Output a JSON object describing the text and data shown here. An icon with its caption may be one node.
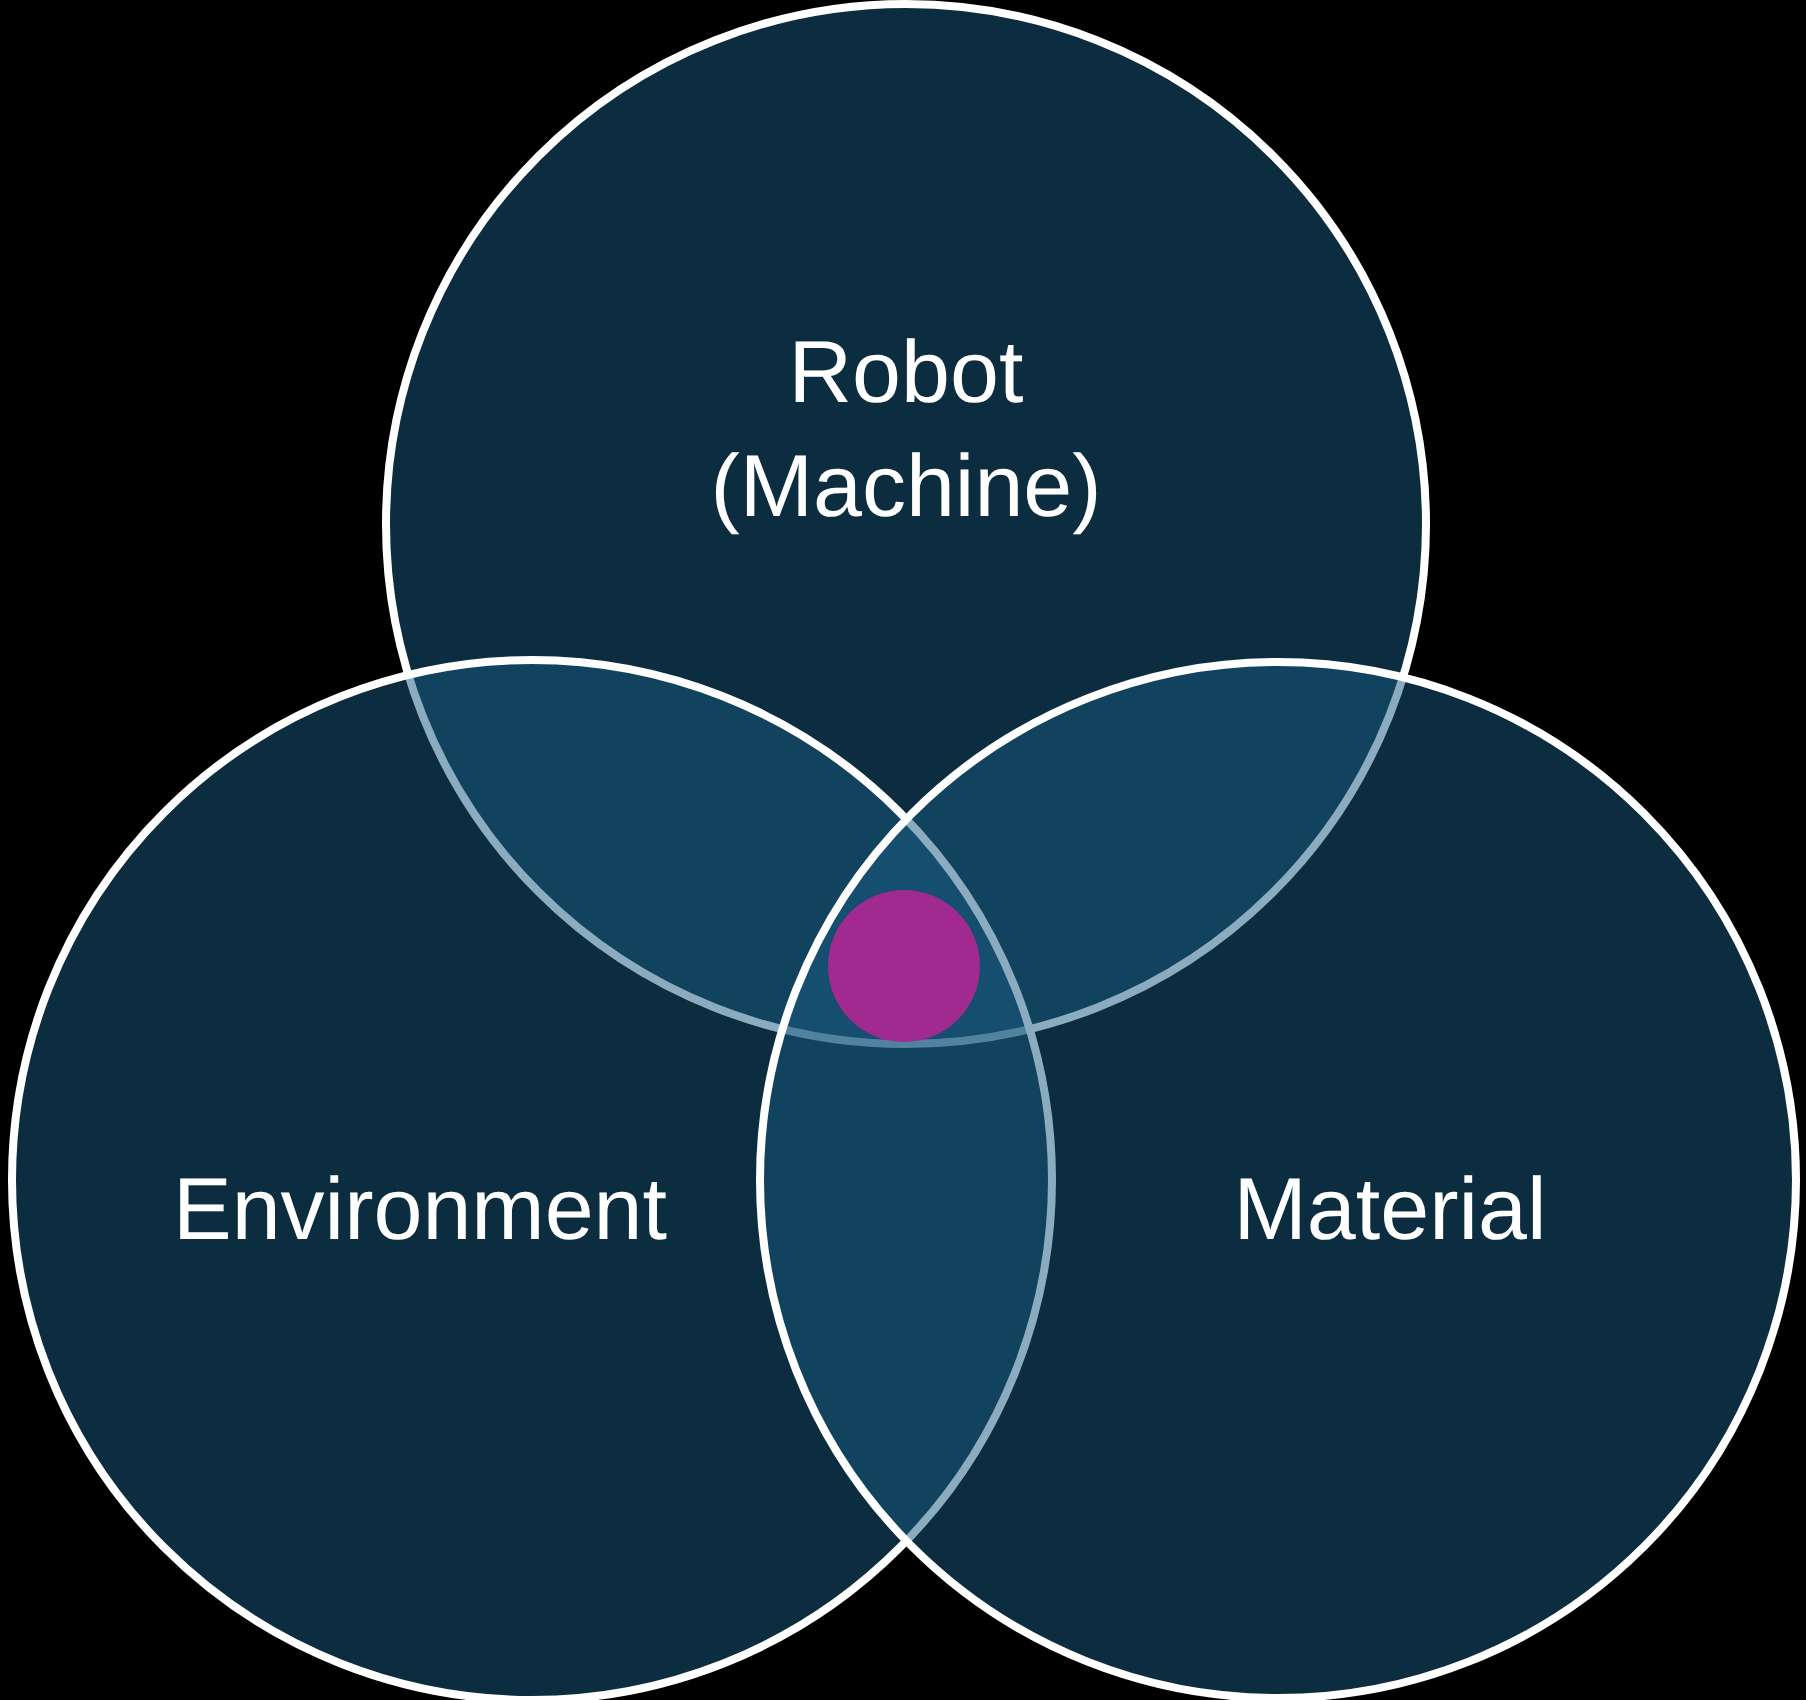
{
  "diagram": {
    "nodes": [
      {
        "text": [
          "Robot (Machine)"
        ]
      },
      {
        "text": [
          "Environment"
        ]
      },
      {
        "text": [
          "Material"
        ]
      },
      {
        "text": [],
        "shape": "circle"
      }
    ],
    "edges": []
  }
}
